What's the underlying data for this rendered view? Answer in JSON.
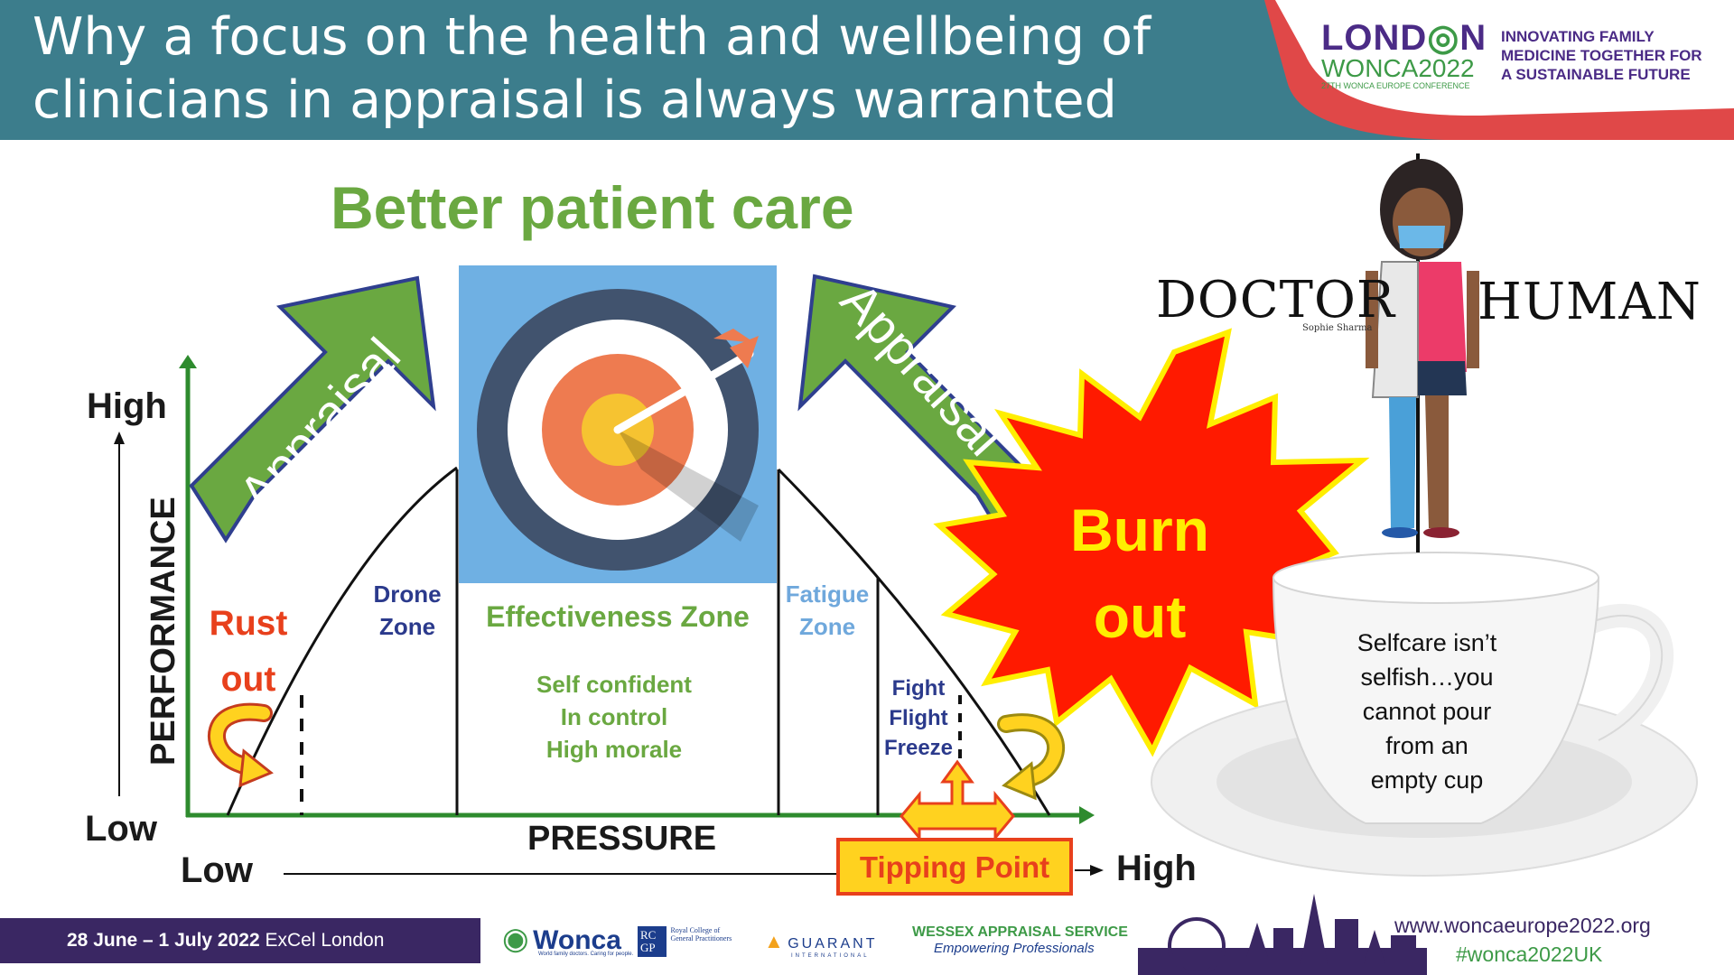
{
  "header": {
    "title_line1": "Why a focus on the health and wellbeing of",
    "title_line2": "clinicians in appraisal is always warranted",
    "logo_london": "LOND",
    "logo_london_end": "N",
    "logo_wonca": "WONCA2022",
    "logo_conference": "27TH WONCA EUROPE CONFERENCE",
    "tagline_line1": "INNOVATING FAMILY",
    "tagline_line2": "MEDICINE TOGETHER FOR",
    "tagline_line3": "A SUSTAINABLE FUTURE"
  },
  "diagram": {
    "headline": "Better patient care",
    "y_high": "High",
    "y_low": "Low",
    "y_axis_label": "PERFORMANCE",
    "x_axis_label": "PRESSURE",
    "x_low": "Low",
    "x_high": "High",
    "tipping_point": "Tipping Point",
    "appraisal_left": "Appraisal",
    "appraisal_right": "Appraisal",
    "burnout_line1": "Burn",
    "burnout_line2": "out",
    "rust_line1": "Rust",
    "rust_line2": "out",
    "drone_line1": "Drone",
    "drone_line2": "Zone",
    "effectiveness": "Effectiveness Zone",
    "effect_items": [
      "Self confident",
      "In control",
      "High morale"
    ],
    "fatigue_line1": "Fatigue",
    "fatigue_line2": "Zone",
    "fight": "Fight",
    "flight": "Flight",
    "freeze": "Freeze"
  },
  "side": {
    "doctor": "DOCTOR",
    "human": "HUMAN",
    "author": "Sophie Sharma",
    "cup_line1": "Selfcare isn’t",
    "cup_line2": "selfish…you",
    "cup_line3": "cannot pour",
    "cup_line4": "from an",
    "cup_line5": "empty cup"
  },
  "footer": {
    "date_bold": "28 June – 1 July 2022",
    "date_venue": " ExCel London",
    "wonca": "Wonca",
    "wonca_sub": "World family doctors. Caring for people.",
    "rcgp": "RC GP",
    "rcgp_sub1": "Royal College of",
    "rcgp_sub2": "General Practitioners",
    "guarant": "GUARANT",
    "guarant_sub": "INTERNATIONAL",
    "wessex": "WESSEX APPRAISAL SERVICE",
    "wessex_sub": "Empowering Professionals",
    "url": "www.woncaeurope2022.org",
    "hashtag": "#wonca2022UK"
  },
  "colors": {
    "header_bg": "#3c7d8c",
    "green": "#6aa841",
    "arrow_green": "#6aa841",
    "arrow_border": "#2f3f8f",
    "navy": "#2b3a8c",
    "red": "#e8401c",
    "burnout_red": "#ff1a00",
    "burnout_yellow": "#ffee00",
    "fatigue_blue": "#6fa8dc",
    "purple": "#4b2b86"
  }
}
